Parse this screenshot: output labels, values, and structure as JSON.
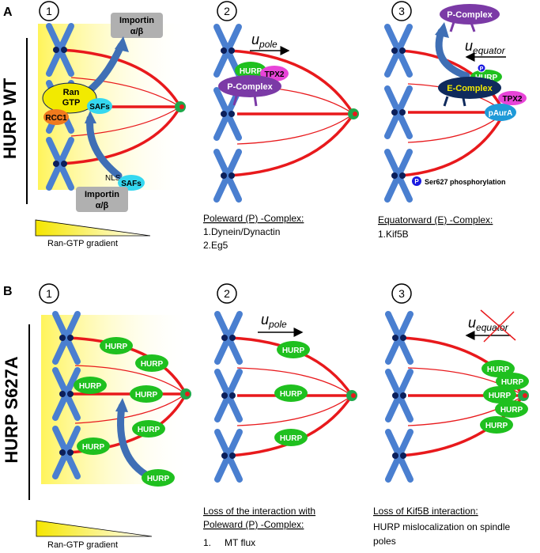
{
  "panel_a": {
    "letter": "A",
    "title": "HURP WT",
    "steps": [
      "1",
      "2",
      "3"
    ],
    "gradient_label": "Ran-GTP gradient",
    "importin_top_l1": "Importin",
    "importin_top_l2": "α/β",
    "importin_bottom_l1": "Importin",
    "importin_bottom_l2": "α/β",
    "ran_l1": "Ran",
    "ran_l2": "GTP",
    "safs": "SAFs",
    "safs2": "SAFs",
    "rcc1": "RCC1",
    "nls": "NLS",
    "hurp": "HURP",
    "tpx2": "TPX2",
    "p_complex": "P-Complex",
    "velocity_pole_base": "u",
    "velocity_pole_sub": "pole",
    "velocity_eq_base": "u",
    "velocity_eq_sub": "equator",
    "p_complex3": "P-Complex",
    "phospho_marker": "P",
    "hurp3": "HURP",
    "e_complex": "E-Complex",
    "tpx2_3": "TPX2",
    "paura": "pAurA",
    "legend_p": "P",
    "legend_text": "Ser627 phosphorylation",
    "caption2_title": "Poleward (P) -Complex:",
    "caption2_line1": "1.Dynein/Dynactin",
    "caption2_line2": "2.Eg5",
    "caption3_title": "Equatorward (E) -Complex:",
    "caption3_line1": "1.Kif5B"
  },
  "panel_b": {
    "letter": "B",
    "title": "HURP S627A",
    "steps": [
      "1",
      "2",
      "3"
    ],
    "gradient_label": "Ran-GTP gradient",
    "hurp": "HURP",
    "velocity_pole_base": "u",
    "velocity_pole_sub": "pole",
    "velocity_eq_base": "u",
    "velocity_eq_sub": "equator",
    "caption2_title_l1": "Loss of the interaction with",
    "caption2_title_l2": "Poleward (P) -Complex:",
    "caption2_line1_num": "1.",
    "caption2_line1": "MT flux",
    "caption3_title": "Loss of Kif5B interaction:",
    "caption3_line1": "HURP mislocalization on spindle",
    "caption3_line2": "poles"
  },
  "colors": {
    "microtubule": "#e8191c",
    "chromosome": "#4a7fd0",
    "kinetochore": "#0c1f5a",
    "hurp": "#1fc01f",
    "tpx2": "#e844d8",
    "p_complex": "#7b3aa6",
    "e_complex": "#0f2a5c",
    "importin": "#b0b0b0",
    "ran": "#f2ea00",
    "safs": "#35d8f0",
    "rcc1": "#f07a1e",
    "paura": "#1f9ad8",
    "arrow": "#3f6fb5",
    "gradient": "#fff45a"
  }
}
